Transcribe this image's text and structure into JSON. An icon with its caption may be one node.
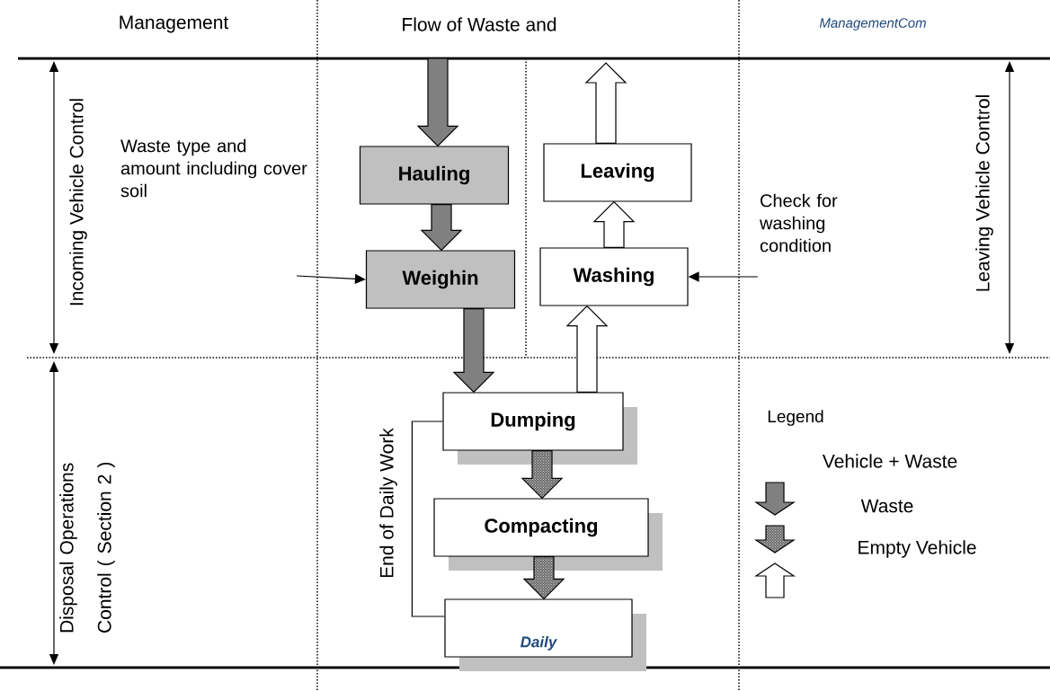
{
  "diagram": {
    "nodes": [
      {
        "text": [
          "Hauling"
        ]
      },
      {
        "text": [
          "Weighin"
        ]
      },
      {
        "text": [
          "Leaving"
        ]
      },
      {
        "text": [
          "Washing"
        ]
      },
      {
        "text": [
          "Dumping"
        ]
      },
      {
        "text": [
          "Compacting"
        ]
      },
      {
        "text": [
          "Daily"
        ]
      },
      {
        "text": [
          "Waste type and amount including cover soil"
        ]
      },
      {
        "text": [
          "Check for washing condition"
        ]
      }
    ],
    "edges": [
      {
        "from": null,
        "to": 0,
        "arrow": "to",
        "style": "thick",
        "color": "#808080"
      },
      {
        "from": 0,
        "to": 1,
        "arrow": "to",
        "style": "thick",
        "color": "#808080"
      },
      {
        "from": 1,
        "to": 4,
        "arrow": "to",
        "style": "thick",
        "color": "#808080"
      },
      {
        "from": 4,
        "to": 3,
        "arrow": "to",
        "style": "thick",
        "color": "#ffffff"
      },
      {
        "from": 3,
        "to": 2,
        "arrow": "to",
        "style": "thick",
        "color": "#ffffff"
      },
      {
        "from": 2,
        "to": null,
        "arrow": "to",
        "style": "thick",
        "color": "#ffffff"
      },
      {
        "from": 4,
        "to": 5,
        "arrow": "to",
        "style": "thick",
        "color": "#606060"
      },
      {
        "from": 5,
        "to": 6,
        "arrow": "to",
        "style": "thick",
        "color": "#606060"
      },
      {
        "from": null,
        "to": 1,
        "arrow": "to"
      },
      {
        "from": 8,
        "to": 3,
        "arrow": "to"
      },
      {
        "from": 4,
        "to": 6,
        "arrow": "none",
        "label": "End of Daily Work"
      }
    ],
    "labels": [
      "Management",
      "Flow of Waste and",
      "ManagementCom",
      "Incoming Vehicle Control",
      "Leaving Vehicle Control",
      "Disposal Operations Control ( Section 2 )",
      "Legend"
    ],
    "legend": [
      {
        "text": "Vehicle + Waste"
      },
      {
        "text": "Waste"
      },
      {
        "text": "Empty Vehicle"
      }
    ]
  }
}
